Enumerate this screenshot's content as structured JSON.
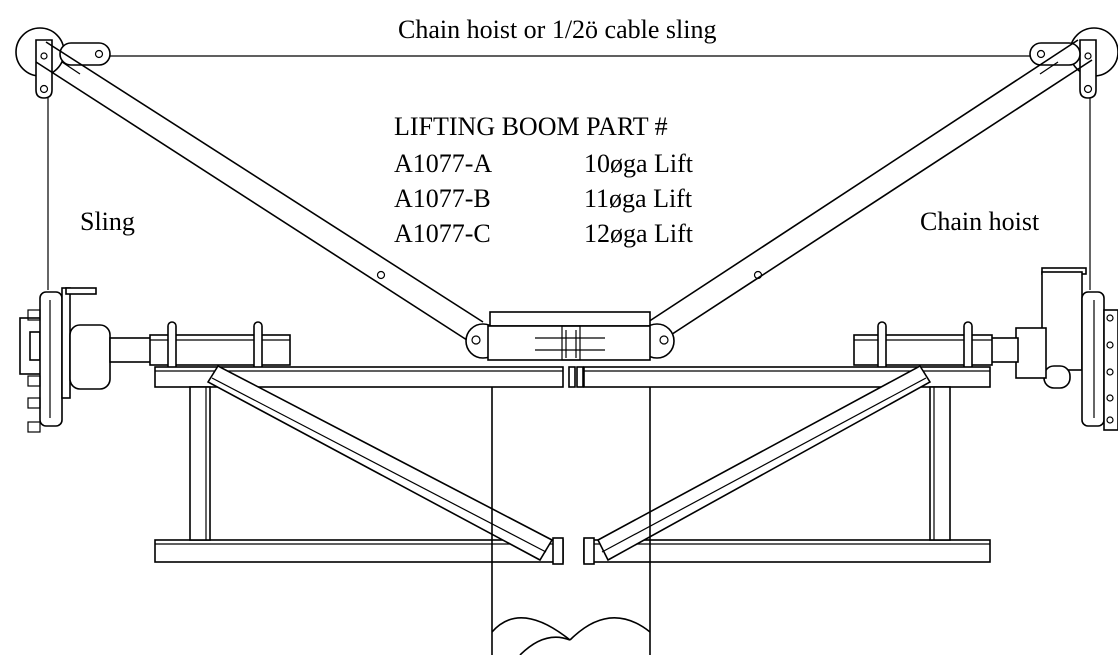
{
  "labels": {
    "cable_label": "Chain hoist or 1/2ö cable sling",
    "sling_label": "Sling",
    "chain_hoist_label": "Chain hoist"
  },
  "parts_table": {
    "heading": "LIFTING BOOM PART #",
    "rows": [
      {
        "part": "A1077-A",
        "desc": "10øga Lift"
      },
      {
        "part": "A1077-B",
        "desc": "11øga Lift"
      },
      {
        "part": "A1077-C",
        "desc": "12øga Lift"
      }
    ]
  }
}
